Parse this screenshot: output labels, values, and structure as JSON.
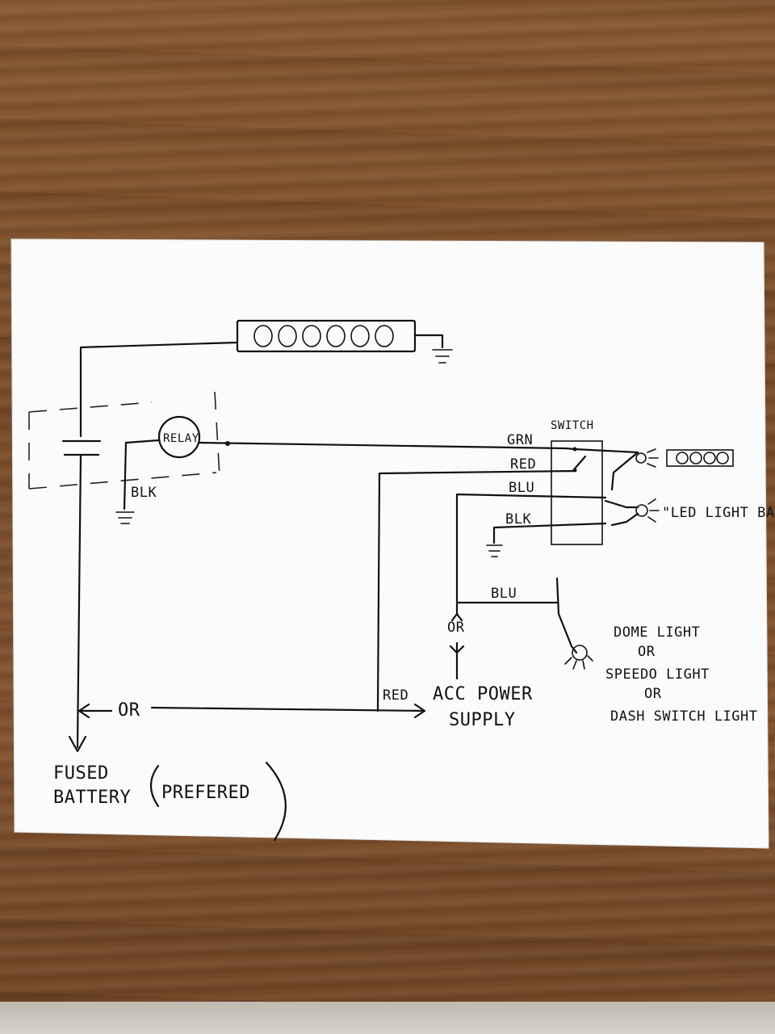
{
  "labels": {
    "relay": "RELAY",
    "switch": "SWITCH",
    "grn": "GRN",
    "red_top": "RED",
    "blu_top": "BLU",
    "blk_switch": "BLK",
    "blk_relay": "BLK",
    "blu_bottom": "BLU",
    "or_vertical": "OR",
    "led_light_bar": "\"LED LIGHT BAR\"",
    "dome_light": "DOME LIGHT",
    "or_1": "OR",
    "speedo_light": "SPEEDO LIGHT",
    "or_2": "OR",
    "dash_switch_light": "DASH SWITCH LIGHT",
    "or_arrow": "OR",
    "red_bottom": "RED",
    "acc_power": "ACC POWER",
    "supply": "SUPPLY",
    "fused": "FUSED",
    "battery": "BATTERY",
    "prefered": "PREFERED"
  }
}
